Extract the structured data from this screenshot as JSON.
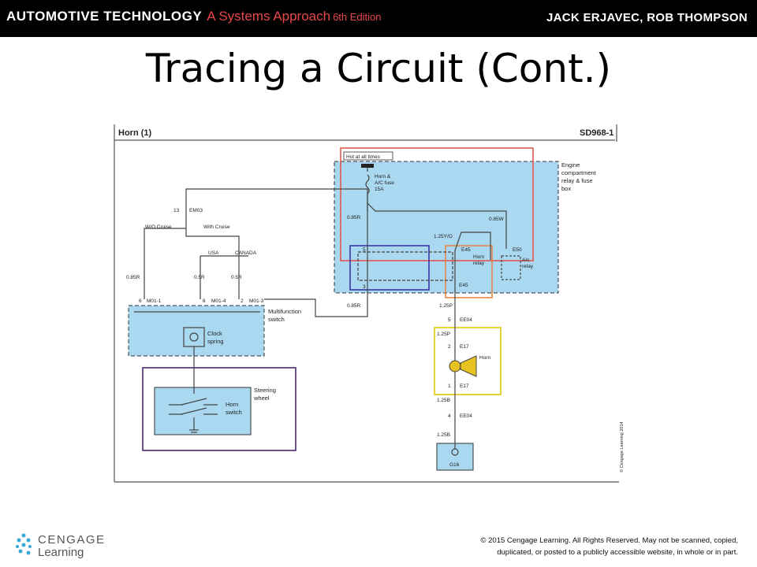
{
  "banner": {
    "book": "AUTOMOTIVE TECHNOLOGY",
    "subtitle": "A Systems Approach",
    "edition": "6th Edition",
    "authors": "JACK ERJAVEC, ROB THOMPSON"
  },
  "slide": {
    "title": "Tracing a Circuit (Cont.)"
  },
  "diagram": {
    "title": "Horn (1)",
    "code": "SD968-1",
    "side_credit": "© Cengage Learning 2014",
    "labels": {
      "hot_at_all_times": "Hot at all times",
      "fuse_line1": "Horn &",
      "fuse_line2": "A/C fuse",
      "fuse_line3": "15A",
      "engine_box_line1": "Engine",
      "engine_box_line2": "compartment",
      "engine_box_line3": "relay & fuse",
      "engine_box_line4": "box",
      "connector_em03_pin": "13",
      "connector_em03": "EM03",
      "wire_085r_top": "0.85R",
      "wire_085w": "0.85W",
      "wire_125yo": "1.25Y/O",
      "pin5": "5",
      "pin3": "3",
      "e45_top": "E45",
      "e45_bottom": "E45",
      "horn_relay_line1": "Horn",
      "horn_relay_line2": "relay",
      "e50": "E50",
      "ac_relay_line1": "A/c",
      "ac_relay_line2": "relay",
      "wo_cruise": "W/O Cruise",
      "with_cruise": "With Cruise",
      "usa": "USA",
      "canada": "CANADA",
      "wire_085r_left": "0.85R",
      "wire_05r_a": "0.5R",
      "wire_05r_b": "0.5R",
      "m01_1_pin": "6",
      "m01_1": "M01-1",
      "m01_4_pin": "6",
      "m01_4": "M01-4",
      "m01_3_pin": "2",
      "m01_3": "M01-3",
      "multifunction_line1": "Multifunction",
      "multifunction_line2": "switch",
      "wire_085r_bottom": "0.85R",
      "clock_spring_line1": "Clock",
      "clock_spring_line2": "spring",
      "steering_line1": "Steering",
      "steering_line2": "wheel",
      "horn_switch_line1": "Horn",
      "horn_switch_line2": "switch",
      "wire_125p_a": "1.25P",
      "ee04_top_pin": "5",
      "ee04_top": "EE04",
      "wire_125p_b": "1.25P",
      "e17_top_pin": "2",
      "e17_top": "E17",
      "horn_label": "Horn",
      "e17_bottom_pin": "1",
      "e17_bottom": "E17",
      "wire_125b_a": "1.25B",
      "ee04_bottom_pin": "4",
      "ee04_bottom": "EE04",
      "wire_125b_b": "1.25B",
      "ground": "G16"
    },
    "colors": {
      "box_fill": "#a9d8f0",
      "trace_red": "#e3574f",
      "trace_blue": "#3a3aa8",
      "trace_orange": "#e8874a",
      "trace_yellow": "#e6d43c",
      "trace_purple": "#4a2a6a"
    }
  },
  "footer": {
    "logo_line1": "CENGAGE",
    "logo_line2": "Learning",
    "copyright_line1": "© 2015 Cengage Learning. All Rights Reserved. May not be scanned, copied,",
    "copyright_line2": "duplicated, or posted to a publicly accessible website, in whole or in part."
  }
}
